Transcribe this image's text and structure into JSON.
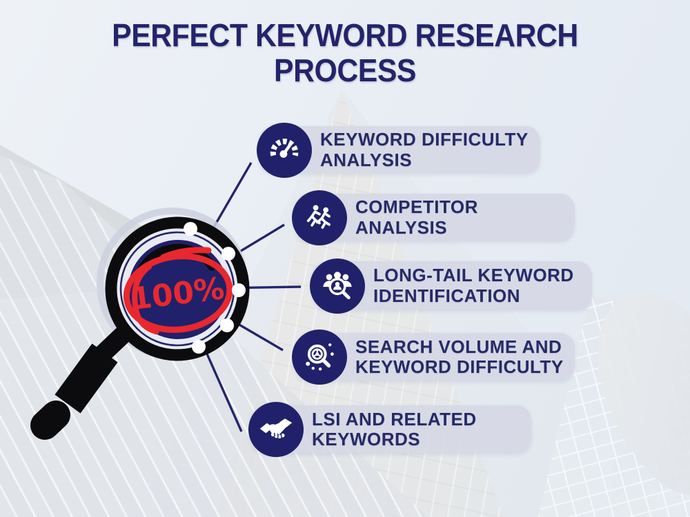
{
  "title": {
    "line1": "PERFECT KEYWORD RESEARCH",
    "line2": "PROCESS"
  },
  "magnifier": {
    "value": "100%",
    "icon": "magnifying-glass"
  },
  "steps": [
    {
      "icon": "speedometer-icon",
      "lines": [
        "KEYWORD DIFFICULTY",
        "ANALYSIS"
      ]
    },
    {
      "icon": "runners-icon",
      "lines": [
        "COMPETITOR",
        "ANALYSIS"
      ]
    },
    {
      "icon": "audience-search-icon",
      "lines": [
        "LONG-TAIL KEYWORD",
        "IDENTIFICATION"
      ]
    },
    {
      "icon": "gear-magnifier-icon",
      "lines": [
        "SEARCH VOLUME AND",
        "KEYWORD DIFFICULTY"
      ]
    },
    {
      "icon": "handshake-icon",
      "lines": [
        "LSI AND RELATED",
        "KEYWORDS"
      ]
    }
  ],
  "colors": {
    "navy": "#23266b",
    "icon_circle": "#20216a",
    "red": "#e8282e",
    "pill": "#d5d7e4",
    "ring_black": "#0c0c0e"
  }
}
